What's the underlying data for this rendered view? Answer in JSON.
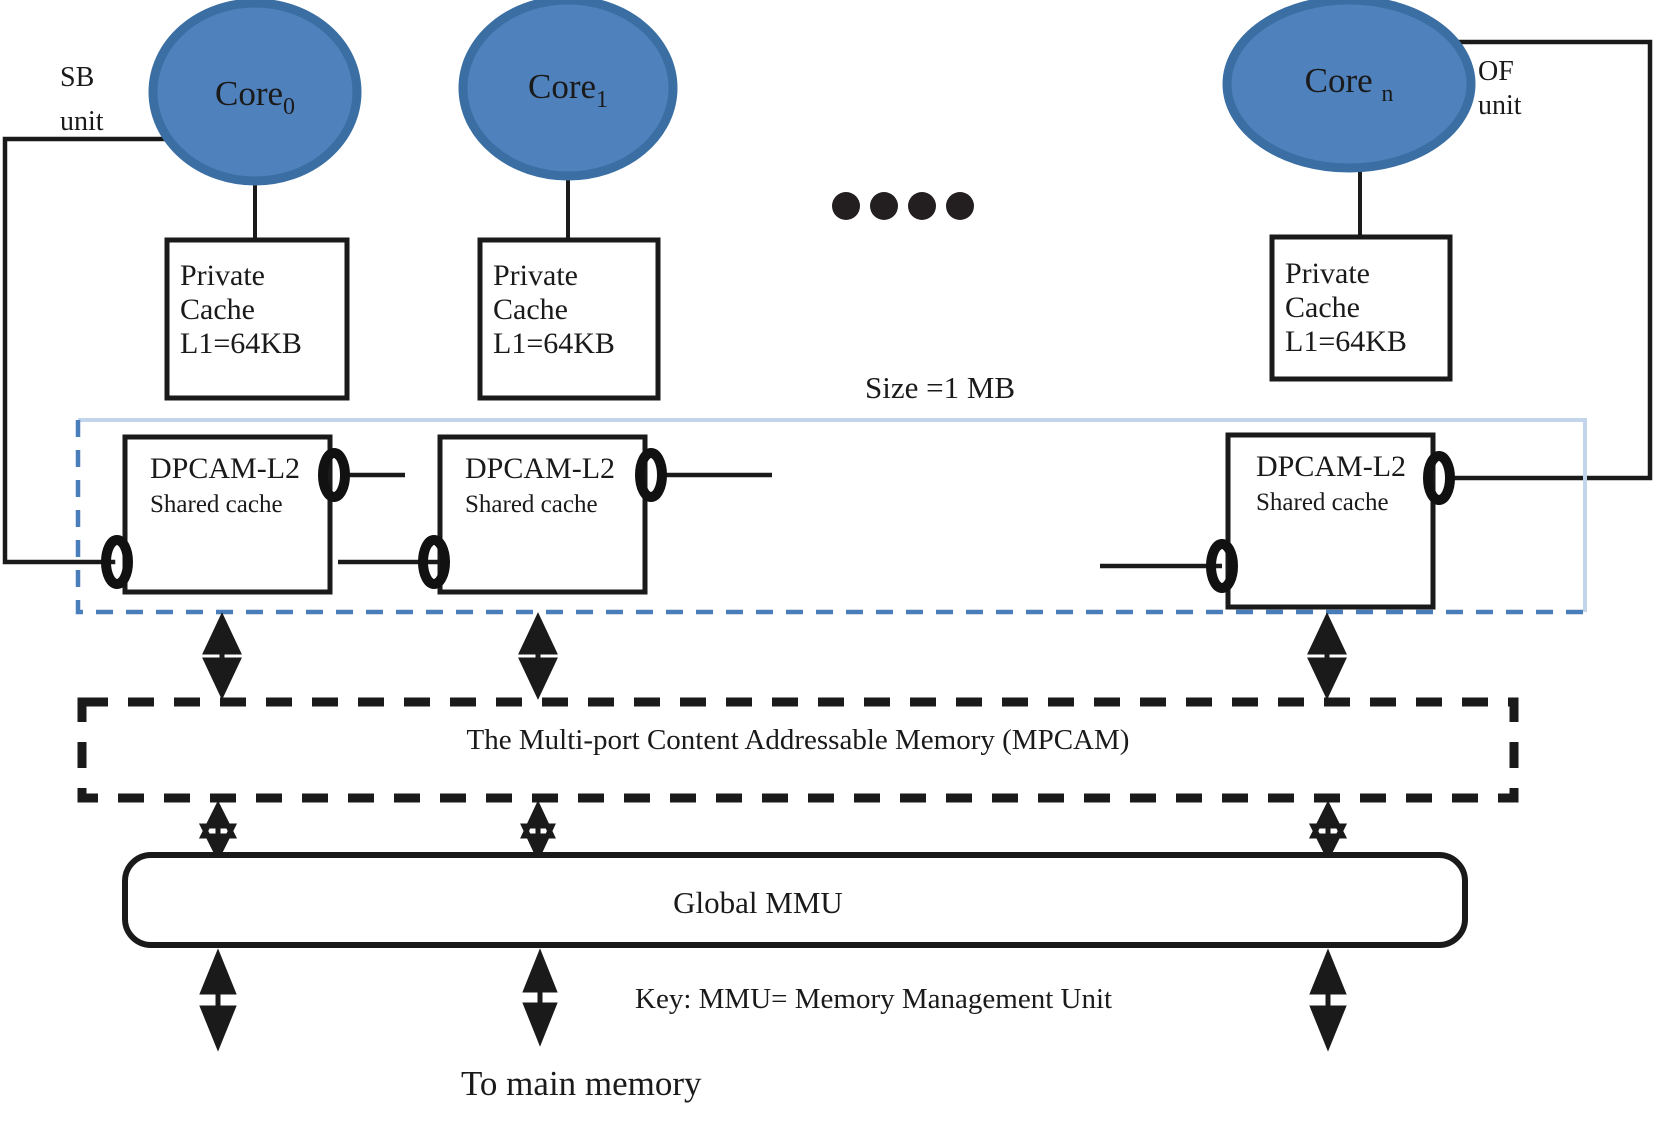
{
  "diagram": {
    "title": "Multi-core architecture with DPCAM-L2 shared cache and MPCAM",
    "colors": {
      "core_fill": "#4F81BD",
      "core_stroke": "#3B6FA4",
      "line": "#1a1a1a",
      "blue_dashed": "#4A7EBB",
      "blue_light": "#C3D5EA",
      "background": "#FFFFFF"
    },
    "cores": [
      {
        "name": "core-0",
        "label": "Core",
        "subscript": "0"
      },
      {
        "name": "core-1",
        "label": "Core",
        "subscript": "1"
      },
      {
        "name": "core-n",
        "label": "Core ",
        "subscript": "n"
      }
    ],
    "ellipsis_dots": 4,
    "private_caches": [
      {
        "line1": "Private",
        "line2": "Cache",
        "line3": "L1=64KB"
      },
      {
        "line1": "Private",
        "line2": "Cache",
        "line3": "L1=64KB"
      },
      {
        "line1": "Private",
        "line2": "Cache",
        "line3": "L1=64KB"
      }
    ],
    "shared_caches": [
      {
        "title": "DPCAM-L2",
        "subtitle": "Shared cache"
      },
      {
        "title": "DPCAM-L2",
        "subtitle": "Shared cache"
      },
      {
        "title": "DPCAM-L2",
        "subtitle": "Shared cache"
      }
    ],
    "size_label": "Size =1 MB",
    "sb_unit": {
      "line1": "SB",
      "line2": "unit"
    },
    "of_unit": {
      "line1": "OF",
      "line2": "unit"
    },
    "mpcam_label": "The Multi-port Content Addressable Memory (MPCAM)",
    "mmu_label": "Global MMU",
    "key_label": "Key:  MMU= Memory Management Unit",
    "main_memory_label": "To main memory"
  }
}
